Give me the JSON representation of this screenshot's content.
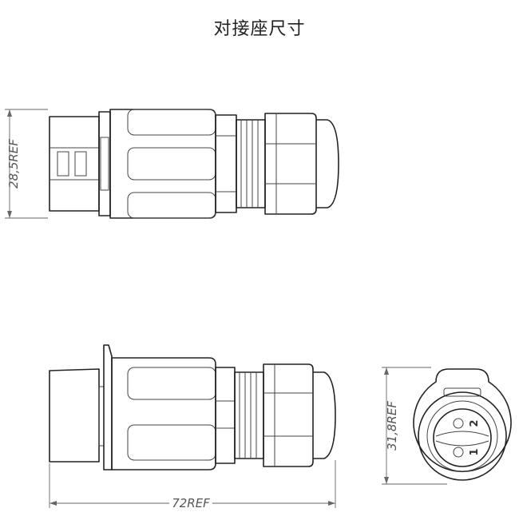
{
  "title": "对接座尺寸",
  "dimensions": {
    "height_top": "28,5REF",
    "length": "72REF",
    "diameter": "31,8REF"
  },
  "pins": {
    "pin1": "1",
    "pin2": "2"
  },
  "colors": {
    "line": "#222222",
    "dimension": "#666666",
    "background": "#ffffff"
  }
}
